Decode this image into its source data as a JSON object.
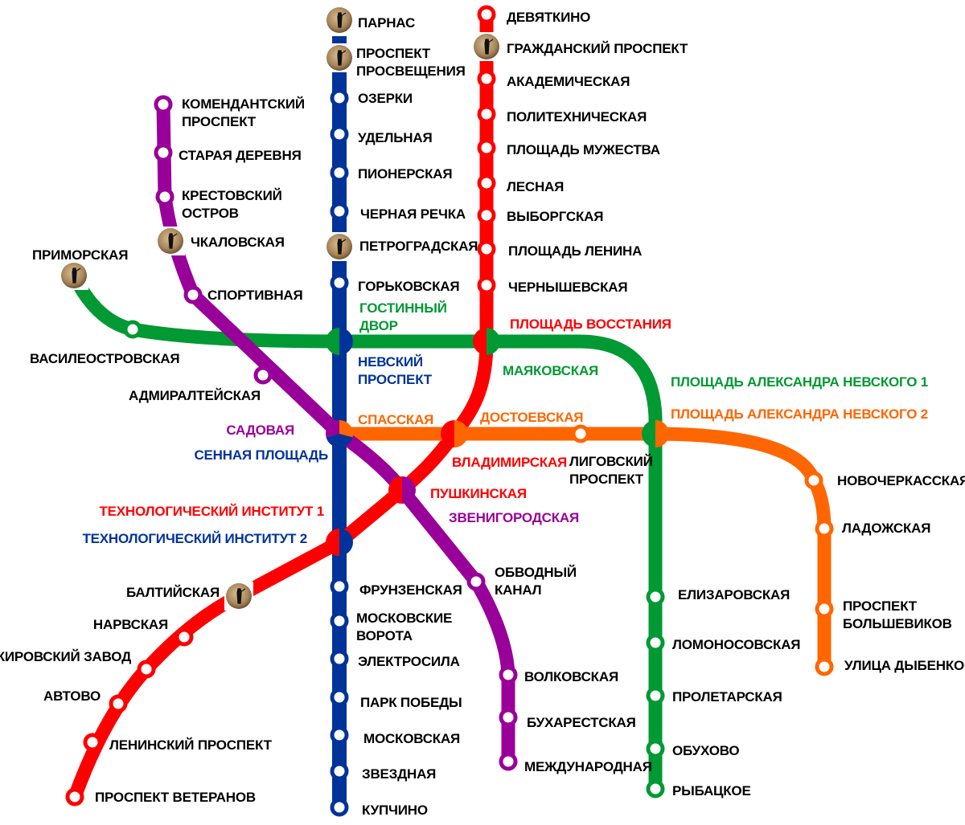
{
  "colors": {
    "blue": "#003399",
    "red": "#ff0000",
    "green": "#009933",
    "orange": "#ff6600",
    "purple": "#990099",
    "label": "#000000"
  },
  "lines": {
    "blue": {
      "color": "#003399",
      "stations": [
        {
          "name": "ПАРНАС",
          "icon": "station-photo-icon"
        },
        {
          "name": "ПРОСПЕКТ\nПРОСВЕЩЕНИЯ",
          "icon": "station-photo-icon"
        },
        {
          "name": "ОЗЕРКИ"
        },
        {
          "name": "УДЕЛЬНАЯ"
        },
        {
          "name": "ПИОНЕРСКАЯ"
        },
        {
          "name": "ЧЕРНАЯ РЕЧКА"
        },
        {
          "name": "ПЕТРОГРАДСКАЯ",
          "icon": "station-photo-icon"
        },
        {
          "name": "ГОРЬКОВСКАЯ"
        },
        {
          "name": "НЕВСКИЙ\nПРОСПЕКТ",
          "transfer": true
        },
        {
          "name": "СЕННАЯ ПЛОЩАДЬ",
          "transfer": true
        },
        {
          "name": "ТЕХНОЛОГИЧЕСКИЙ ИНСТИТУТ 2",
          "transfer": true
        },
        {
          "name": "ФРУНЗЕНСКАЯ"
        },
        {
          "name": "МОСКОВСКИЕ\nВОРОТА"
        },
        {
          "name": "ЭЛЕКТРОСИЛА"
        },
        {
          "name": "ПАРК ПОБЕДЫ"
        },
        {
          "name": "МОСКОВСКАЯ"
        },
        {
          "name": "ЗВЕЗДНАЯ"
        },
        {
          "name": "КУПЧИНО"
        }
      ]
    },
    "red": {
      "color": "#ff0000",
      "stations": [
        {
          "name": "ДЕВЯТКИНО"
        },
        {
          "name": "ГРАЖДАНСКИЙ ПРОСПЕКТ",
          "icon": "station-photo-icon"
        },
        {
          "name": "АКАДЕМИЧЕСКАЯ"
        },
        {
          "name": "ПОЛИТЕХНИЧЕСКАЯ"
        },
        {
          "name": "ПЛОЩАДЬ МУЖЕСТВА"
        },
        {
          "name": "ЛЕСНАЯ"
        },
        {
          "name": "ВЫБОРГСКАЯ"
        },
        {
          "name": "ПЛОЩАДЬ ЛЕНИНА"
        },
        {
          "name": "ЧЕРНЫШЕВСКАЯ"
        },
        {
          "name": "ПЛОЩАДЬ ВОССТАНИЯ",
          "transfer": true
        },
        {
          "name": "ВЛАДИМИРСКАЯ",
          "transfer": true
        },
        {
          "name": "ПУШКИНСКАЯ",
          "transfer": true
        },
        {
          "name": "ТЕХНОЛОГИЧЕСКИЙ ИНСТИТУТ 1",
          "transfer": true
        },
        {
          "name": "БАЛТИЙСКАЯ",
          "icon": "station-photo-icon"
        },
        {
          "name": "НАРВСКАЯ"
        },
        {
          "name": "КИРОВСКИЙ ЗАВОД"
        },
        {
          "name": "АВТОВО"
        },
        {
          "name": "ЛЕНИНСКИЙ ПРОСПЕКТ"
        },
        {
          "name": "ПРОСПЕКТ ВЕТЕРАНОВ"
        }
      ]
    },
    "green": {
      "color": "#009933",
      "stations": [
        {
          "name": "ПРИМОРСКАЯ",
          "icon": "station-photo-icon"
        },
        {
          "name": "ВАСИЛЕОСТРОВСКАЯ"
        },
        {
          "name": "ГОСТИННЫЙ\nДВОР",
          "transfer": true
        },
        {
          "name": "МАЯКОВСКАЯ",
          "transfer": true
        },
        {
          "name": "ПЛОЩАДЬ АЛЕКСАНДРА НЕВСКОГО 1",
          "transfer": true
        },
        {
          "name": "ЕЛИЗАРОВСКАЯ"
        },
        {
          "name": "ЛОМОНОСОВСКАЯ"
        },
        {
          "name": "ПРОЛЕТАРСКАЯ"
        },
        {
          "name": "ОБУХОВО"
        },
        {
          "name": "РЫБАЦКОЕ"
        }
      ]
    },
    "orange": {
      "color": "#ff6600",
      "stations": [
        {
          "name": "СПАССКАЯ",
          "transfer": true
        },
        {
          "name": "ДОСТОЕВСКАЯ",
          "transfer": true
        },
        {
          "name": "ЛИГОВСКИЙ\nПРОСПЕКТ"
        },
        {
          "name": "ПЛОЩАДЬ АЛЕКСАНДРА НЕВСКОГО 2",
          "transfer": true
        },
        {
          "name": "НОВОЧЕРКАССКАЯ"
        },
        {
          "name": "ЛАДОЖСКАЯ"
        },
        {
          "name": "ПРОСПЕКТ\nБОЛЬШЕВИКОВ"
        },
        {
          "name": "УЛИЦА ДЫБЕНКО"
        }
      ]
    },
    "purple": {
      "color": "#990099",
      "stations": [
        {
          "name": "КОМЕНДАНТСКИЙ\nПРОСПЕКТ"
        },
        {
          "name": "СТАРАЯ ДЕРЕВНЯ"
        },
        {
          "name": "КРЕСТОВСКИЙ\nОСТРОВ"
        },
        {
          "name": "ЧКАЛОВСКАЯ",
          "icon": "station-photo-icon"
        },
        {
          "name": "СПОРТИВНАЯ"
        },
        {
          "name": "АДМИРАЛТЕЙСКАЯ"
        },
        {
          "name": "САДОВАЯ",
          "transfer": true
        },
        {
          "name": "ЗВЕНИГОРОДСКАЯ",
          "transfer": true
        },
        {
          "name": "ОБВОДНЫЙ\nКАНАЛ"
        },
        {
          "name": "ВОЛКОВСКАЯ"
        },
        {
          "name": "БУХАРЕСТСКАЯ"
        },
        {
          "name": "МЕЖДУНАРОДНАЯ"
        }
      ]
    }
  }
}
